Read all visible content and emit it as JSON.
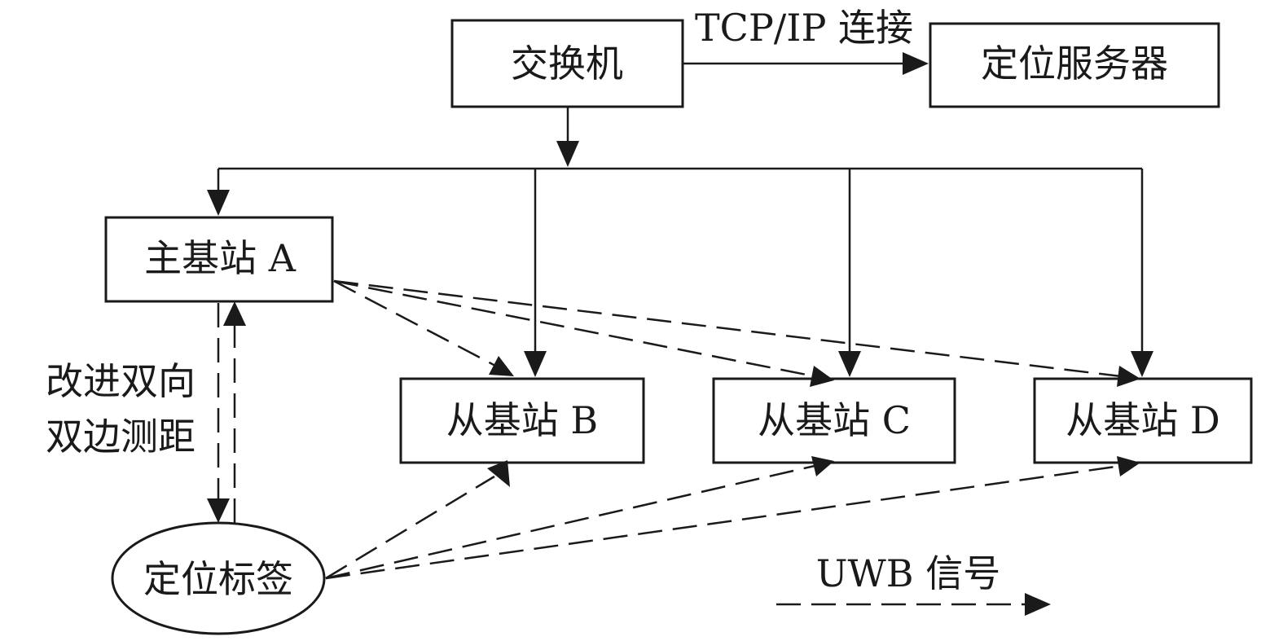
{
  "nodes": {
    "switch": "交换机",
    "server": "定位服务器",
    "master": "主基站 A",
    "slave_b": "从基站 B",
    "slave_c": "从基站 C",
    "slave_d": "从基站 D",
    "tag": "定位标签"
  },
  "edge_labels": {
    "tcp": "TCP/IP 连接",
    "ranging_line1": "改进双向",
    "ranging_line2": "双边测距"
  },
  "legend": {
    "uwb": "UWB 信号"
  }
}
